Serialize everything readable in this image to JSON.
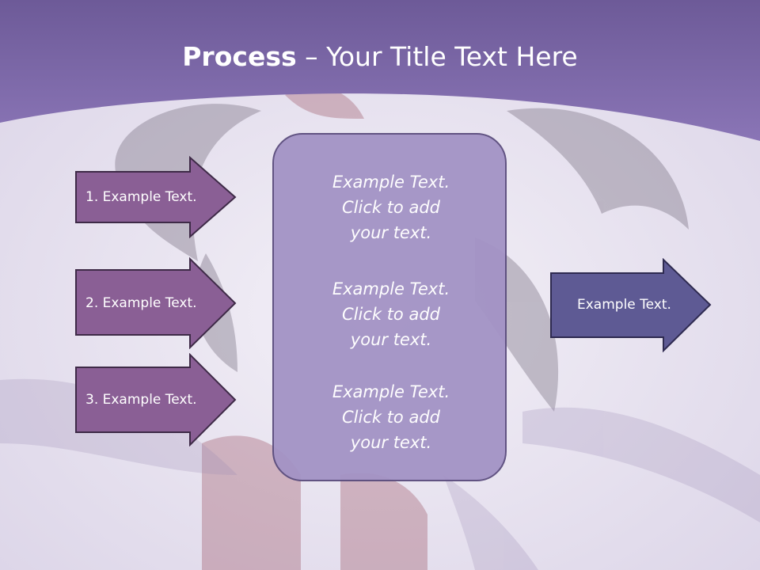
{
  "title": {
    "bold": "Process",
    "rest": " – Your Title Text Here"
  },
  "left_arrows": [
    {
      "label": "1. Example Text."
    },
    {
      "label": "2. Example Text."
    },
    {
      "label": "3. Example Text."
    }
  ],
  "center_box": {
    "paragraphs": [
      {
        "line1": "Example Text.",
        "line2": "Click  to add",
        "line3": "your text."
      },
      {
        "line1": "Example Text.",
        "line2": "Click  to add",
        "line3": "your text."
      },
      {
        "line1": "Example Text.",
        "line2": "Click  to add",
        "line3": "your text."
      }
    ]
  },
  "right_arrow": {
    "label": "Example Text."
  },
  "colors": {
    "header": "#8470b0",
    "left_arrow_fill": "#8a5f95",
    "right_arrow_fill": "#5e5a94",
    "center_box_fill": "#a393c5"
  }
}
